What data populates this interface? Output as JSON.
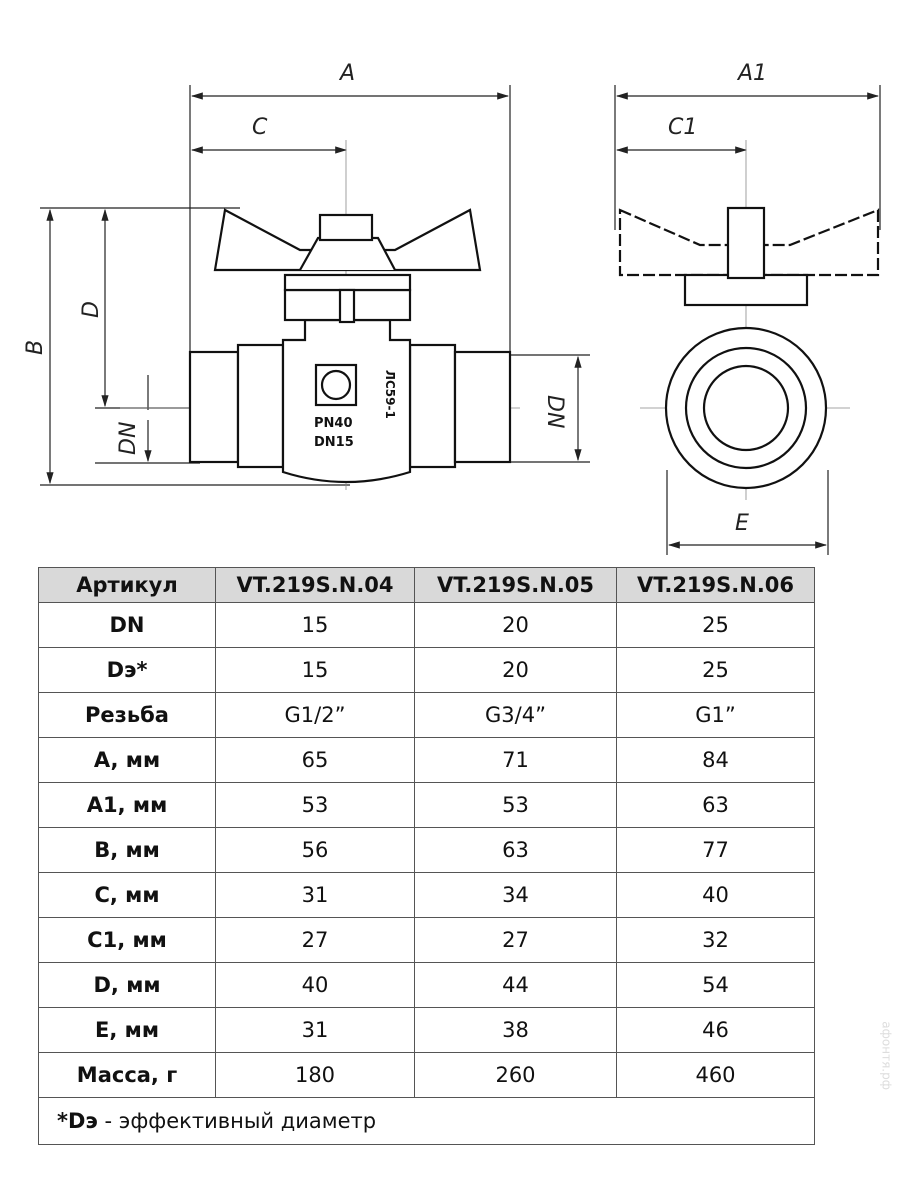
{
  "drawing": {
    "front_labels": {
      "A": "A",
      "C": "C",
      "B": "B",
      "D": "D",
      "DN_left": "DN",
      "DN_right": "DN"
    },
    "body_marks": {
      "pn": "PN40",
      "dn": "DN15",
      "material": "ЛС59-1"
    },
    "side_labels": {
      "A1": "A1",
      "C1": "C1",
      "E": "E"
    }
  },
  "table": {
    "headers": [
      "Артикул",
      "VT.219S.N.04",
      "VT.219S.N.05",
      "VT.219S.N.06"
    ],
    "rows": [
      {
        "label": "DN",
        "values": [
          "15",
          "20",
          "25"
        ]
      },
      {
        "label": "Dэ*",
        "values": [
          "15",
          "20",
          "25"
        ]
      },
      {
        "label": "Резьба",
        "values": [
          "G1/2”",
          "G3/4”",
          "G1”"
        ]
      },
      {
        "label": "A, мм",
        "values": [
          "65",
          "71",
          "84"
        ]
      },
      {
        "label": "A1, мм",
        "values": [
          "53",
          "53",
          "63"
        ]
      },
      {
        "label": "B, мм",
        "values": [
          "56",
          "63",
          "77"
        ]
      },
      {
        "label": "C, мм",
        "values": [
          "31",
          "34",
          "40"
        ]
      },
      {
        "label": "C1, мм",
        "values": [
          "27",
          "27",
          "32"
        ]
      },
      {
        "label": "D, мм",
        "values": [
          "40",
          "44",
          "54"
        ]
      },
      {
        "label": "E, мм",
        "values": [
          "31",
          "38",
          "46"
        ]
      },
      {
        "label": "Масса, г",
        "values": [
          "180",
          "260",
          "460"
        ]
      }
    ],
    "footnote_mark": "*Dэ",
    "footnote_text": " - эффективный диаметр"
  },
  "watermark": "афонтя.рф"
}
